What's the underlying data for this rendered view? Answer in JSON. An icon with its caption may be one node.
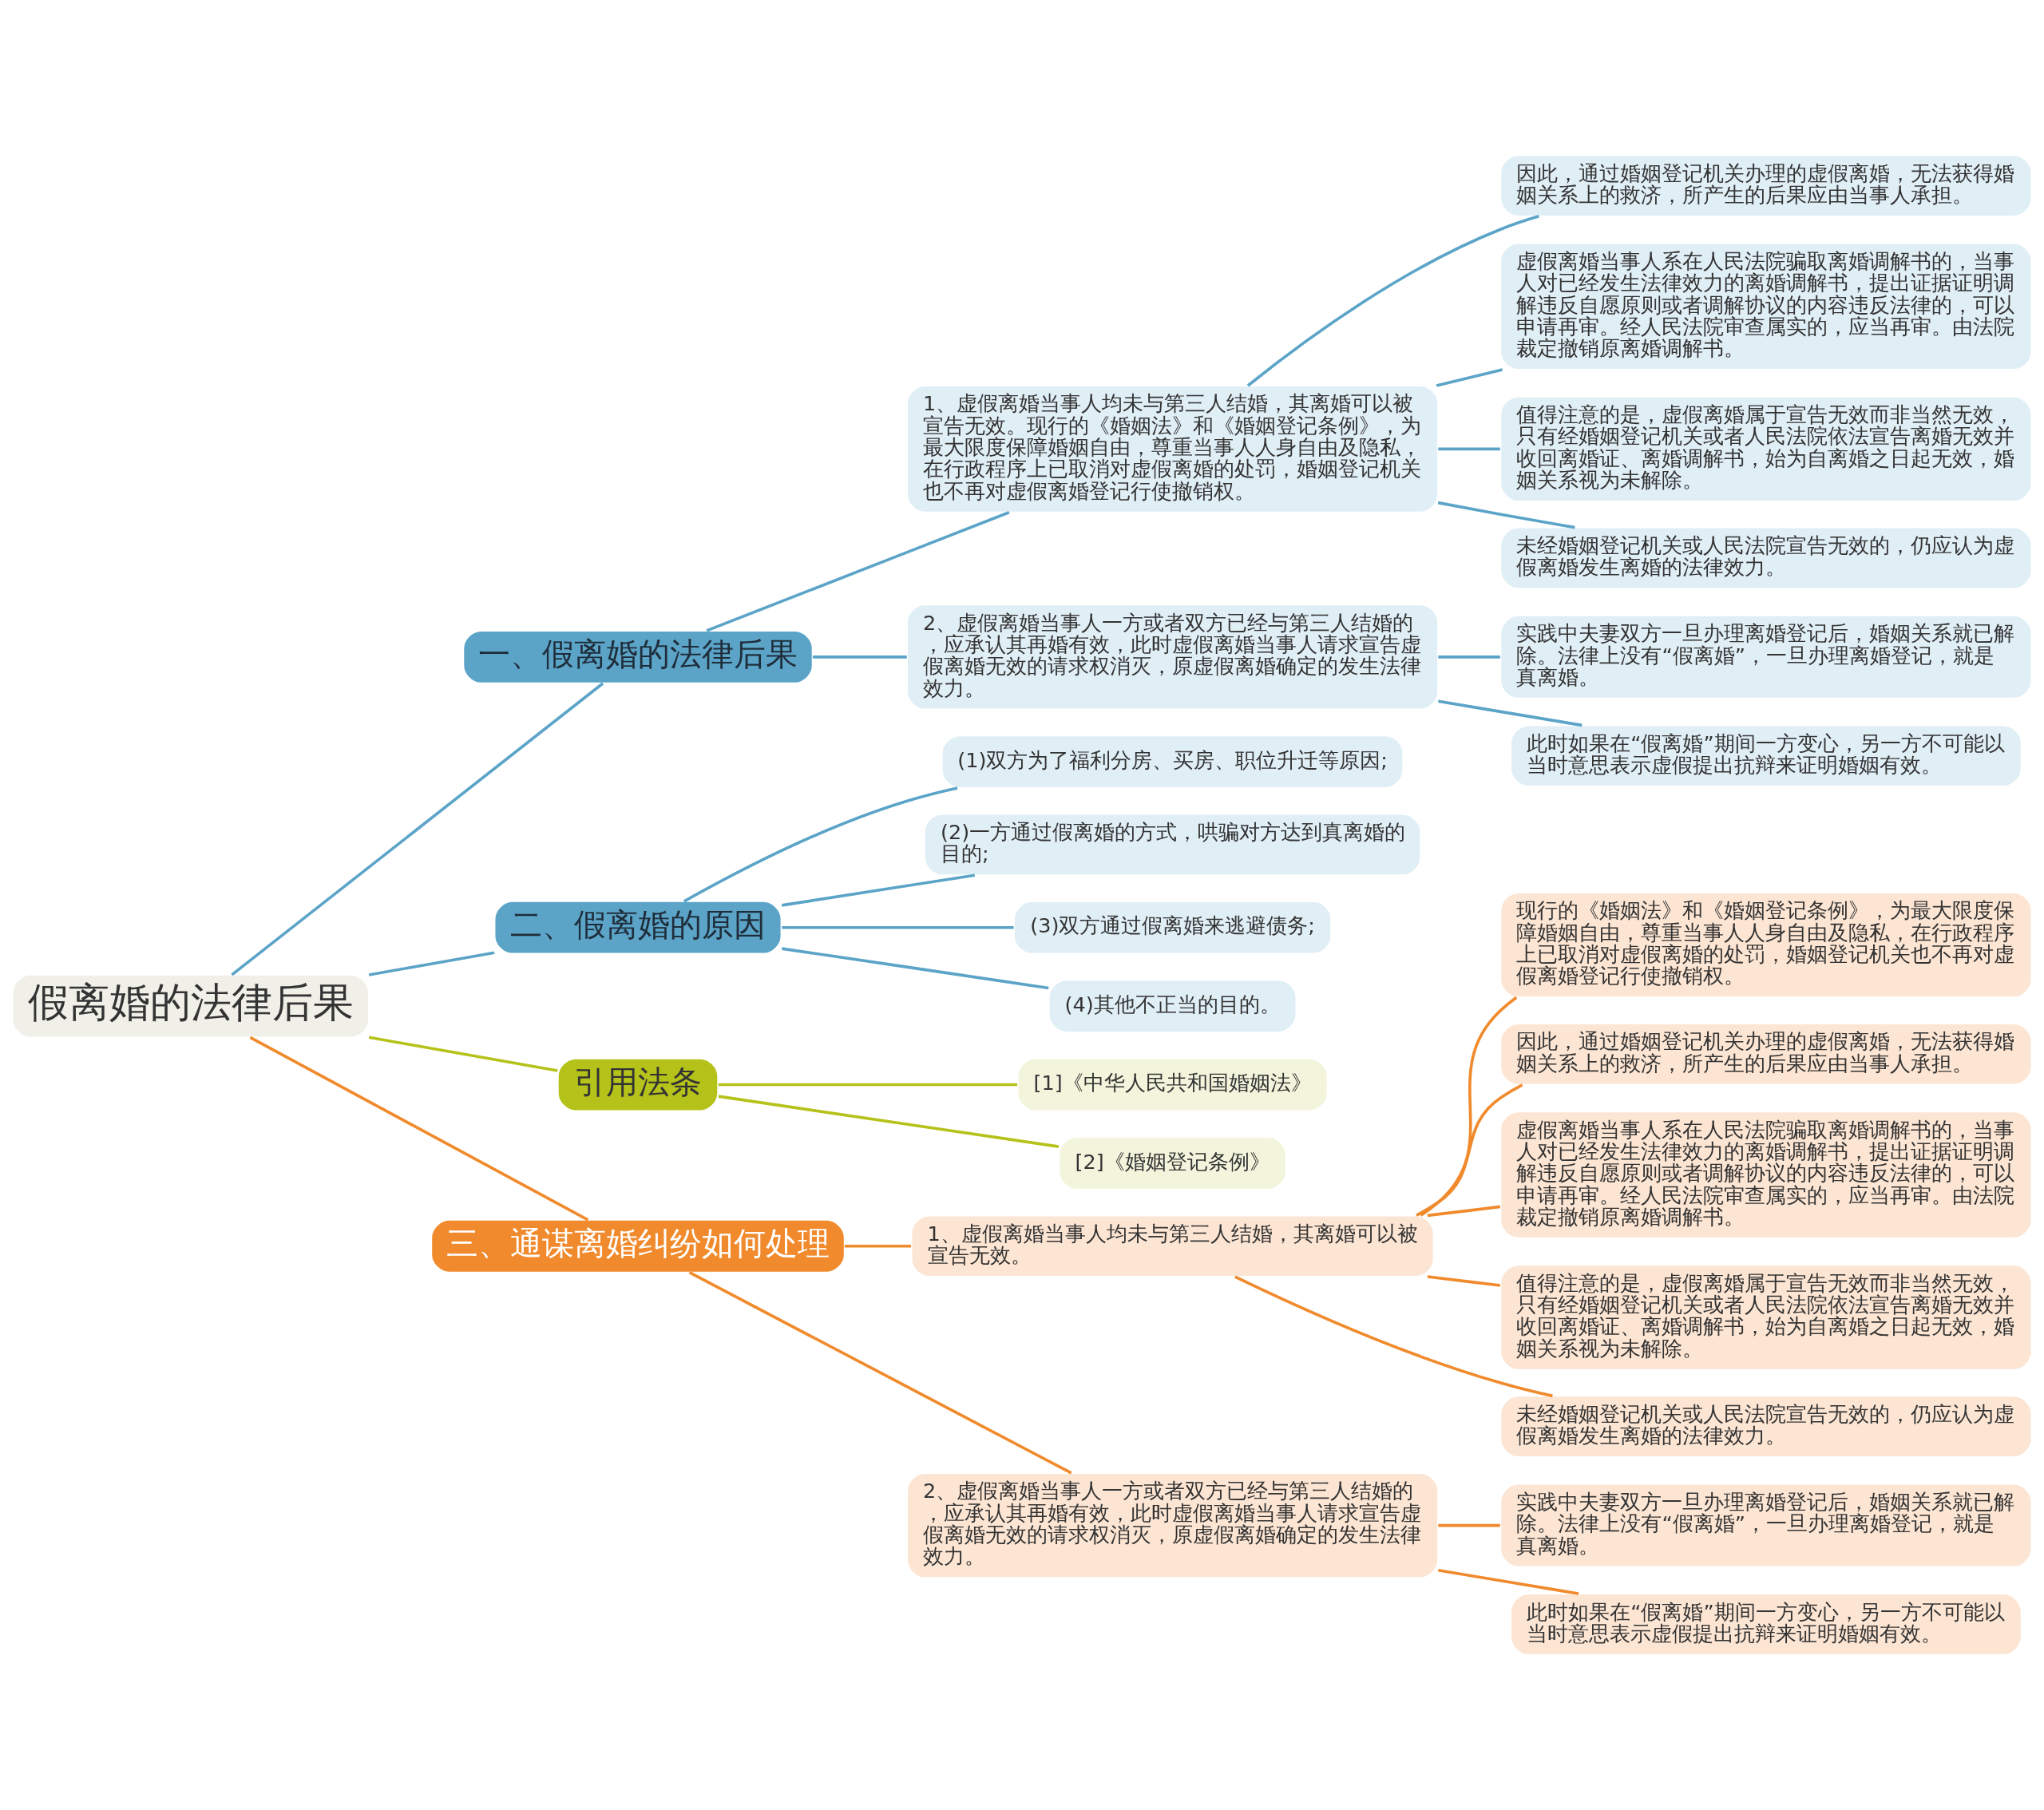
{
  "diagram": {
    "nodes": [
      {
        "text": [
          "假离婚的法律后果"
        ]
      },
      {
        "text": [
          "一、假离婚的法律后果"
        ]
      },
      {
        "text": [
          "1、虚假离婚当事人均未与第三人结婚，其离婚可以被宣告无效。现行的《婚姻法》和《婚姻登记条例》，为最大限度保障婚姻自由，尊重当事人人身自由及隐私，在行政程序上已取消对虚假离婚的处罚，婚姻登记机关也不再对虚假离婚登记行使撤销权。"
        ]
      },
      {
        "text": [
          "因此，通过婚姻登记机关办理的虚假离婚，无法获得婚姻关系上的救济，所产生的后果应由当事人承担。"
        ]
      },
      {
        "text": [
          "虚假离婚当事人系在人民法院骗取离婚调解书的，当事人对已经发生法律效力的离婚调解书，提出证据证明调解违反自愿原则或者调解协议的内容违反法律的，可以申请再审。经人民法院审查属实的，应当再审。由法院裁定撤销原离婚调解书。"
        ]
      },
      {
        "text": [
          "值得注意的是，虚假离婚属于宣告无效而非当然无效，只有经婚姻登记机关或者人民法院依法宣告离婚无效并收回离婚证、离婚调解书，始为自离婚之日起无效，婚姻关系视为未解除。"
        ]
      },
      {
        "text": [
          "未经婚姻登记机关或人民法院宣告无效的，仍应认为虚假离婚发生离婚的法律效力。"
        ]
      },
      {
        "text": [
          "2、虚假离婚当事人一方或者双方已经与第三人结婚的，应承认其再婚有效，此时虚假离婚当事人请求宣告虚假离婚无效的请求权消灭，原虚假离婚确定的发生法律效力。"
        ]
      },
      {
        "text": [
          "实践中夫妻双方一旦办理离婚登记后，婚姻关系就已解除。法律上没有“假离婚”，一旦办理离婚登记，就是真离婚。"
        ]
      },
      {
        "text": [
          "此时如果在“假离婚”期间一方变心，另一方不可能以当时意思表示虚假提出抗辩来证明婚姻有效。"
        ]
      },
      {
        "text": [
          "二、假离婚的原因"
        ]
      },
      {
        "text": [
          "(1)双方为了福利分房、买房、职位升迁等原因;"
        ]
      },
      {
        "text": [
          "(2)一方通过假离婚的方式，哄骗对方达到真离婚的目的;"
        ]
      },
      {
        "text": [
          "(3)双方通过假离婚来逃避债务;"
        ]
      },
      {
        "text": [
          "(4)其他不正当的目的。"
        ]
      },
      {
        "text": [
          "引用法条"
        ]
      },
      {
        "text": [
          "[1]《中华人民共和国婚姻法》"
        ]
      },
      {
        "text": [
          "[2]《婚姻登记条例》"
        ]
      },
      {
        "text": [
          "三、通谋离婚纠纷如何处理"
        ]
      },
      {
        "text": [
          "1、虚假离婚当事人均未与第三人结婚，其离婚可以被宣告无效。"
        ]
      },
      {
        "text": [
          "现行的《婚姻法》和《婚姻登记条例》，为最大限度保障婚姻自由，尊重当事人人身自由及隐私，在行政程序上已取消对虚假离婚的处罚，婚姻登记机关也不再对虚假离婚登记行使撤销权。"
        ]
      },
      {
        "text": [
          "因此，通过婚姻登记机关办理的虚假离婚，无法获得婚姻关系上的救济，所产生的后果应由当事人承担。"
        ]
      },
      {
        "text": [
          "虚假离婚当事人系在人民法院骗取离婚调解书的，当事人对已经发生法律效力的离婚调解书，提出证据证明调解违反自愿原则或者调解协议的内容违反法律的，可以申请再审。经人民法院审查属实的，应当再审。由法院裁定撤销原离婚调解书。"
        ]
      },
      {
        "text": [
          "值得注意的是，虚假离婚属于宣告无效而非当然无效，只有经婚姻登记机关或者人民法院依法宣告离婚无效并收回离婚证、离婚调解书，始为自离婚之日起无效，婚姻关系视为未解除。"
        ]
      },
      {
        "text": [
          "未经婚姻登记机关或人民法院宣告无效的，仍应认为虚假离婚发生离婚的法律效力。"
        ]
      },
      {
        "text": [
          "2、虚假离婚当事人一方或者双方已经与第三人结婚的，应承认其再婚有效，此时虚假离婚当事人请求宣告虚假离婚无效的请求权消灭，原虚假离婚确定的发生法律效力。"
        ]
      },
      {
        "text": [
          "实践中夫妻双方一旦办理离婚登记后，婚姻关系就已解除。法律上没有“假离婚”，一旦办理离婚登记，就是真离婚。"
        ]
      },
      {
        "text": [
          "此时如果在“假离婚”期间一方变心，另一方不可能以当时意思表示虚假提出抗辩来证明婚姻有效。"
        ]
      }
    ],
    "edges": [
      {
        "from": 0,
        "to": 1,
        "arrow": "none"
      },
      {
        "from": 1,
        "to": 2,
        "arrow": "none"
      },
      {
        "from": 2,
        "to": 3,
        "arrow": "none"
      },
      {
        "from": 2,
        "to": 4,
        "arrow": "none"
      },
      {
        "from": 2,
        "to": 5,
        "arrow": "none"
      },
      {
        "from": 2,
        "to": 6,
        "arrow": "none"
      },
      {
        "from": 1,
        "to": 7,
        "arrow": "none"
      },
      {
        "from": 7,
        "to": 8,
        "arrow": "none"
      },
      {
        "from": 7,
        "to": 9,
        "arrow": "none"
      },
      {
        "from": 0,
        "to": 10,
        "arrow": "none"
      },
      {
        "from": 10,
        "to": 11,
        "arrow": "none"
      },
      {
        "from": 10,
        "to": 12,
        "arrow": "none"
      },
      {
        "from": 10,
        "to": 13,
        "arrow": "none"
      },
      {
        "from": 10,
        "to": 14,
        "arrow": "none"
      },
      {
        "from": 0,
        "to": 15,
        "arrow": "none",
        "color": "#b5c21a"
      },
      {
        "from": 15,
        "to": 16,
        "arrow": "none",
        "color": "#b5c21a"
      },
      {
        "from": 15,
        "to": 17,
        "arrow": "none",
        "color": "#b5c21a"
      },
      {
        "from": 0,
        "to": 18,
        "arrow": "none",
        "color": "#f08a2c"
      },
      {
        "from": 18,
        "to": 19,
        "arrow": "none",
        "color": "#f08a2c"
      },
      {
        "from": 19,
        "to": 20,
        "arrow": "none",
        "color": "#f08a2c"
      },
      {
        "from": 19,
        "to": 21,
        "arrow": "none",
        "color": "#f08a2c"
      },
      {
        "from": 19,
        "to": 22,
        "arrow": "none",
        "color": "#f08a2c"
      },
      {
        "from": 19,
        "to": 23,
        "arrow": "none",
        "color": "#f08a2c"
      },
      {
        "from": 19,
        "to": 24,
        "arrow": "none",
        "color": "#f08a2c"
      },
      {
        "from": 18,
        "to": 25,
        "arrow": "none",
        "color": "#f08a2c"
      },
      {
        "from": 25,
        "to": 26,
        "arrow": "none",
        "color": "#f08a2c"
      },
      {
        "from": 25,
        "to": 27,
        "arrow": "none",
        "color": "#f08a2c"
      }
    ]
  }
}
